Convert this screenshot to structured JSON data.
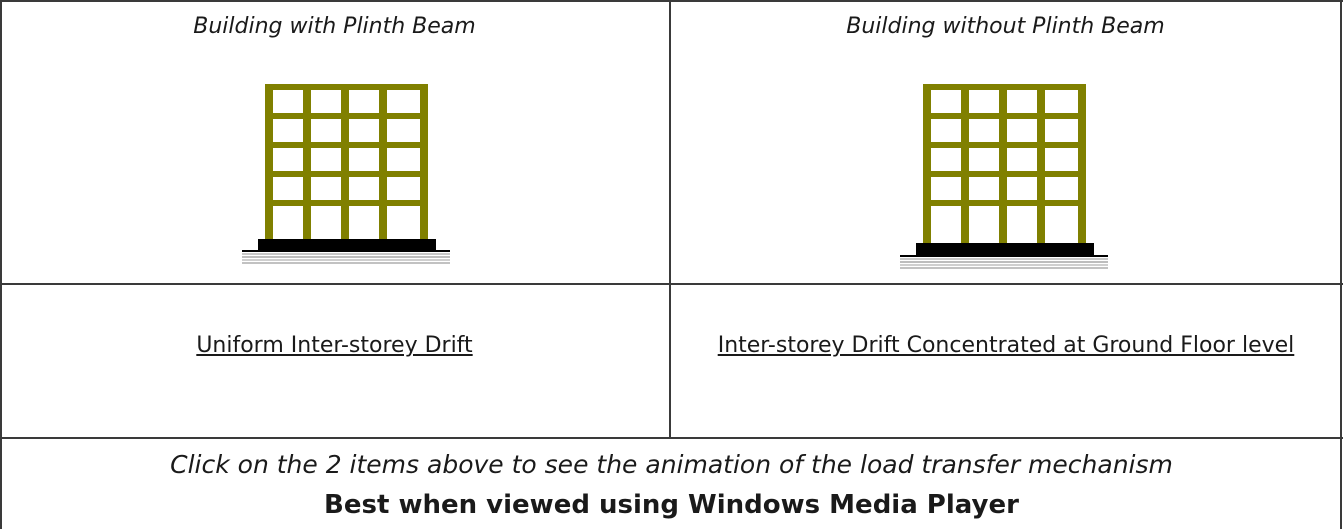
{
  "top_row": {
    "left_title": "Building with Plinth Beam",
    "right_title": "Building without Plinth Beam"
  },
  "middle_row": {
    "left_link": "Uniform Inter-storey Drift",
    "right_link": "Inter-storey Drift Concentrated at Ground Floor level"
  },
  "footer": {
    "instruction": "Click on the 2 items above to see the animation of the load transfer mechanism",
    "note": "Best when viewed using Windows Media Player"
  },
  "colors": {
    "frame": "#808000",
    "plinth": "#000000",
    "border": "#3a3a3a"
  }
}
